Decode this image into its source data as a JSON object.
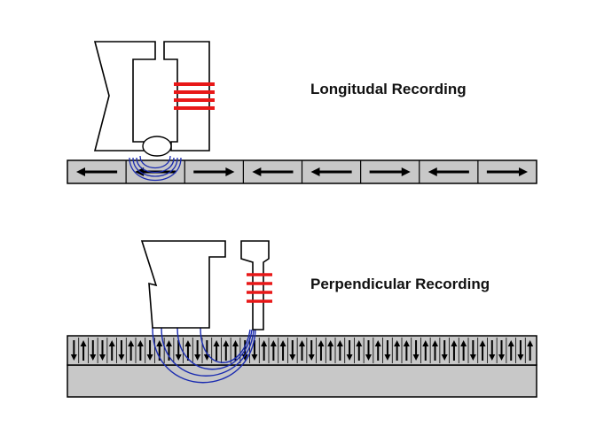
{
  "labels": {
    "longitudinal": "Longitudal Recording",
    "perpendicular": "Perpendicular Recording"
  },
  "longitudinal": {
    "domain_directions": [
      "left",
      "left",
      "right",
      "left",
      "left",
      "right",
      "left",
      "right"
    ]
  },
  "perpendicular": {
    "domain_directions": [
      "down",
      "up",
      "down",
      "down",
      "up",
      "down",
      "up",
      "up",
      "down",
      "up",
      "up",
      "down",
      "up",
      "down",
      "down",
      "up",
      "up",
      "up",
      "down",
      "down",
      "up",
      "up",
      "up",
      "down",
      "up",
      "down",
      "up",
      "up",
      "up",
      "down",
      "up",
      "down",
      "up",
      "down",
      "up",
      "up",
      "down",
      "up",
      "up",
      "down",
      "up",
      "up",
      "down",
      "up",
      "down",
      "down",
      "up",
      "down",
      "up"
    ]
  },
  "colors": {
    "background": "#ffffff",
    "medium": "#c8c8c8",
    "outline": "#000000",
    "coil": "#e81818",
    "flux": "#1a2bb0"
  }
}
